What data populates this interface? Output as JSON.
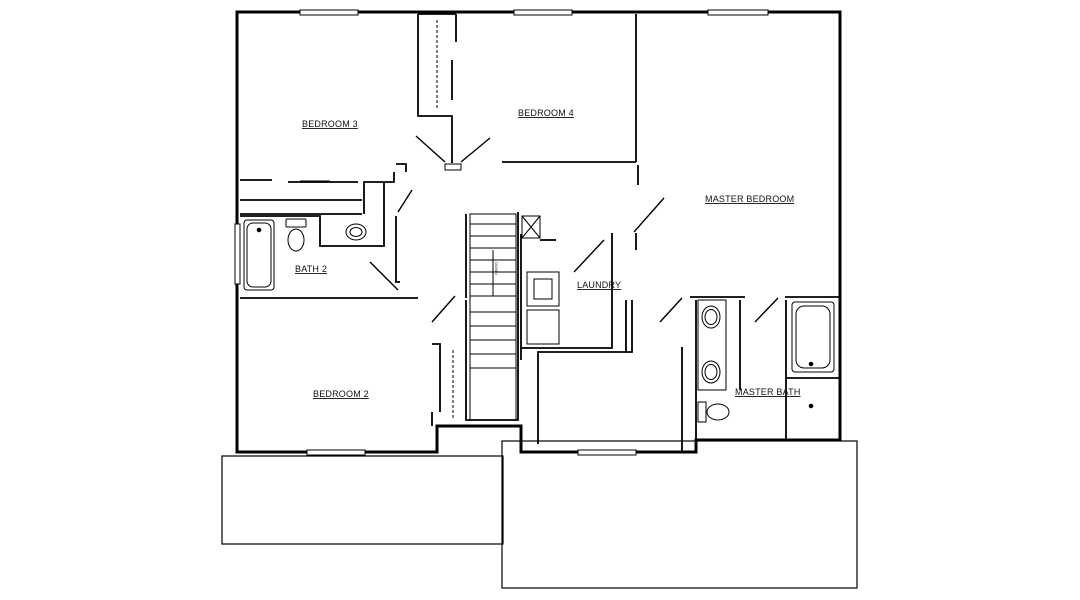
{
  "rooms": {
    "bedroom3": "BEDROOM 3",
    "bedroom4": "BEDROOM 4",
    "master_bedroom": "MASTER BEDROOM",
    "bath2": "BATH 2",
    "laundry": "LAUNDRY",
    "bedroom2": "BEDROOM 2",
    "master_bath": "MASTER BATH"
  },
  "stair": {
    "direction": "DOWN"
  },
  "colors": {
    "line": "#000000",
    "background": "#ffffff",
    "window": "#555555"
  }
}
